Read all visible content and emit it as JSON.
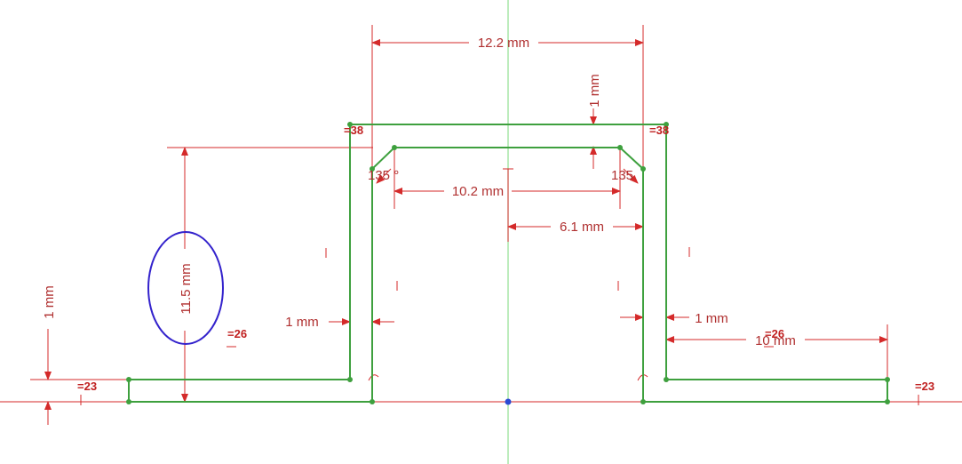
{
  "sketch": {
    "dimensions": {
      "top_width": "12.2 mm",
      "offset_top": "1 mm",
      "inner_width": "10.2 mm",
      "half_width": "6.1 mm",
      "height": "11.5 mm",
      "left_offset_vertical": "1 mm",
      "left_thickness": "1 mm",
      "right_thickness": "1 mm",
      "flange_length": "10 mm",
      "angle_left": "135 °",
      "angle_right": "135"
    },
    "constraints": {
      "top_left": "38",
      "top_right": "38",
      "mid_left": "26",
      "mid_right": "26",
      "low_left": "23",
      "low_right": "23"
    },
    "constraint_glyph": "=",
    "colors": {
      "profile": "#3ea03e",
      "dimension": "#d42a2a",
      "axis_x": "#d42a2a",
      "axis_y": "#8fe08f",
      "selected": "#4d9fe0",
      "ellipse": "#3322cc",
      "vertex": "#3ea03e",
      "origin": "#2a4ad4"
    }
  }
}
